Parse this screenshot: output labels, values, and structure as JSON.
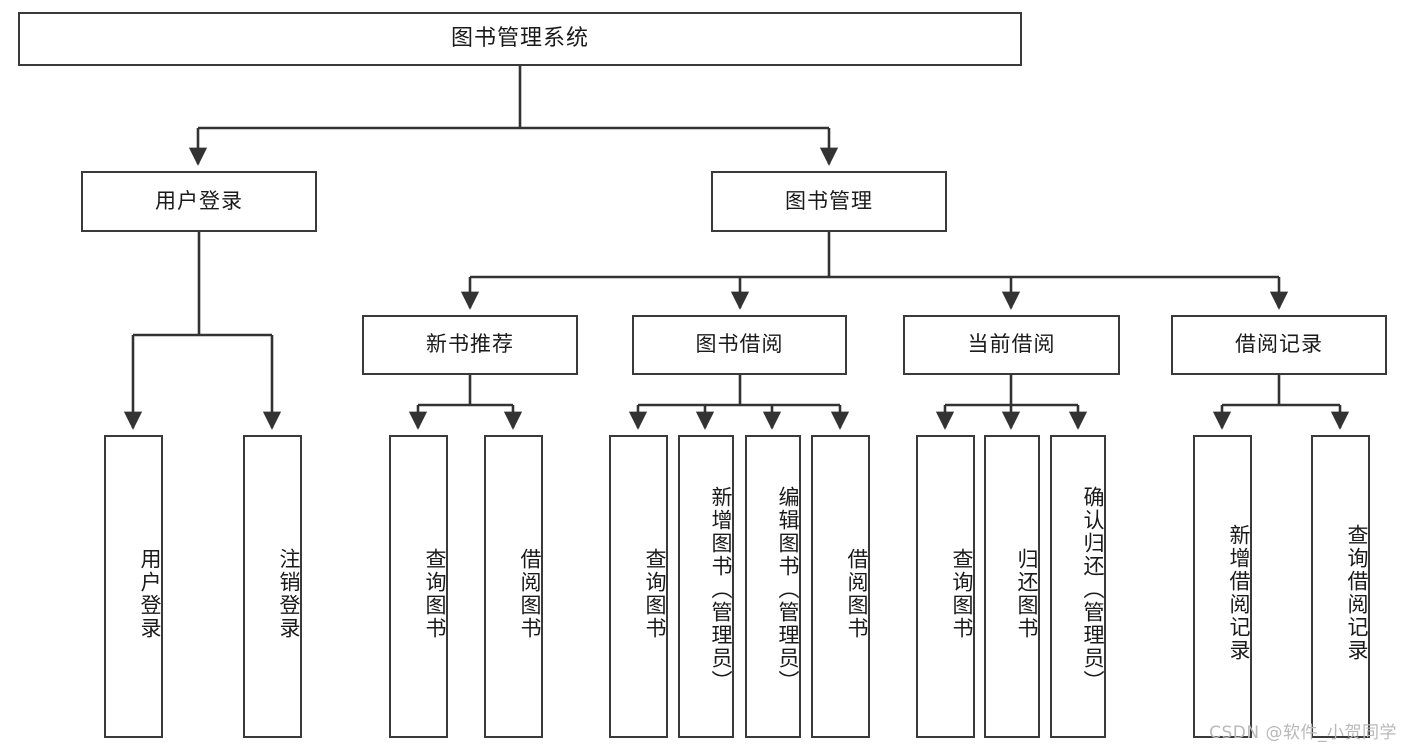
{
  "diagram": {
    "type": "tree",
    "title": "图书管理系统",
    "orientation": "top-down",
    "watermark": "CSDN @软件_小贺同学",
    "colors": {
      "box_border": "#3a3a3a",
      "box_fill": "#ffffff",
      "edge": "#333333",
      "text": "#1a1a1a",
      "watermark": "#b9b9b9"
    }
  },
  "nodes": {
    "root": {
      "label": "图书管理系统",
      "level": 1
    },
    "level2": [
      {
        "id": "user-login",
        "label": "用户登录",
        "level": 2
      },
      {
        "id": "book-manage",
        "label": "图书管理",
        "level": 2
      }
    ],
    "level3": [
      {
        "id": "new-book-recommend",
        "label": "新书推荐",
        "level": 3
      },
      {
        "id": "book-borrow",
        "label": "图书借阅",
        "level": 3
      },
      {
        "id": "current-borrow",
        "label": "当前借阅",
        "level": 3
      },
      {
        "id": "borrow-record",
        "label": "借阅记录",
        "level": 3
      }
    ],
    "leaves": {
      "user-login": [
        {
          "id": "leaf-user-login",
          "label": "用户登录"
        },
        {
          "id": "leaf-user-logout",
          "label": "注销登录"
        }
      ],
      "new-book-recommend": [
        {
          "id": "leaf-query-book-1",
          "label": "查询图书"
        },
        {
          "id": "leaf-borrow-book-1",
          "label": "借阅图书"
        }
      ],
      "book-borrow": [
        {
          "id": "leaf-query-book-2",
          "label": "查询图书"
        },
        {
          "id": "leaf-add-book",
          "label": "新增图书（管理员）"
        },
        {
          "id": "leaf-edit-book",
          "label": "编辑图书（管理员）"
        },
        {
          "id": "leaf-borrow-book-2",
          "label": "借阅图书"
        }
      ],
      "current-borrow": [
        {
          "id": "leaf-query-book-3",
          "label": "查询图书"
        },
        {
          "id": "leaf-return-book",
          "label": "归还图书"
        },
        {
          "id": "leaf-confirm-return",
          "label": "确认归还（管理员）"
        }
      ],
      "borrow-record": [
        {
          "id": "leaf-add-record",
          "label": "新增借阅记录"
        },
        {
          "id": "leaf-query-record",
          "label": "查询借阅记录"
        }
      ]
    }
  }
}
